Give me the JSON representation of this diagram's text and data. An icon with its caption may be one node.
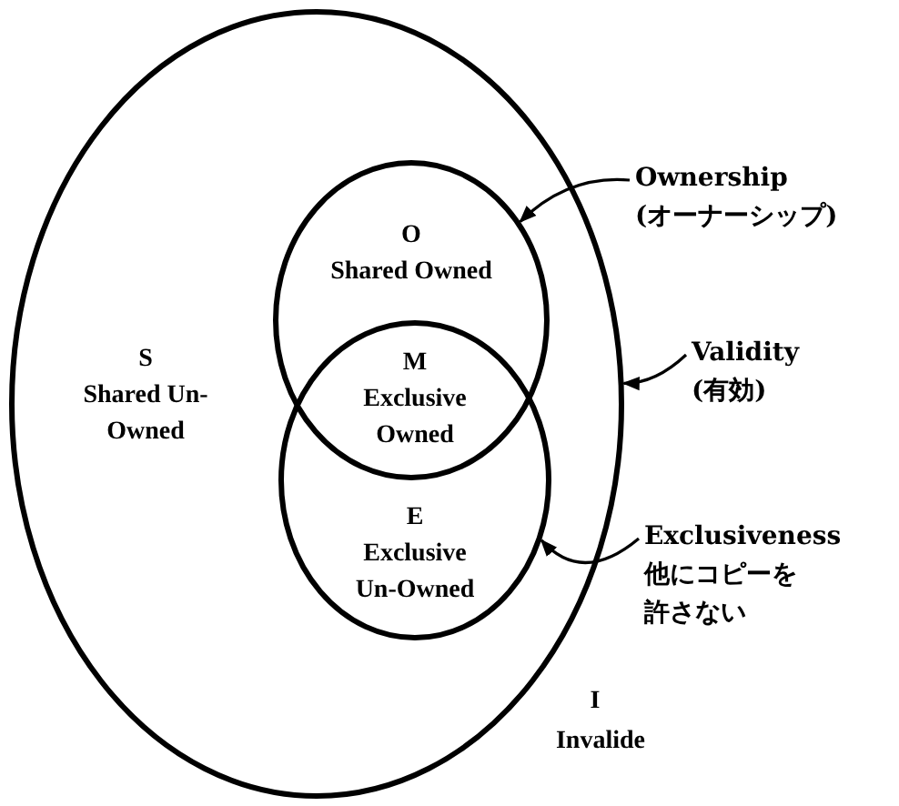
{
  "diagram": {
    "nodes": [
      {
        "text": [
          "S",
          "Shared Un-Owned"
        ]
      },
      {
        "text": [
          "O",
          "Shared Owned"
        ],
        "in": 0
      },
      {
        "text": [
          "E",
          "Exclusive Un-Owned"
        ],
        "in": 0
      },
      {
        "text": [
          "Ownership",
          "(オーナーシップ)"
        ]
      },
      {
        "text": [
          "Validity",
          "(有効)"
        ]
      },
      {
        "text": [
          "Exclusiveness",
          "他にコピーを許さない"
        ]
      }
    ],
    "edges": [
      {
        "from": 3,
        "to": 1,
        "arrow": "to"
      },
      {
        "from": 4,
        "to": 0,
        "arrow": "to"
      },
      {
        "from": 5,
        "to": 2,
        "arrow": "to"
      }
    ],
    "labels": [
      "M",
      "Exclusive Owned",
      "I",
      "Invalide"
    ]
  }
}
